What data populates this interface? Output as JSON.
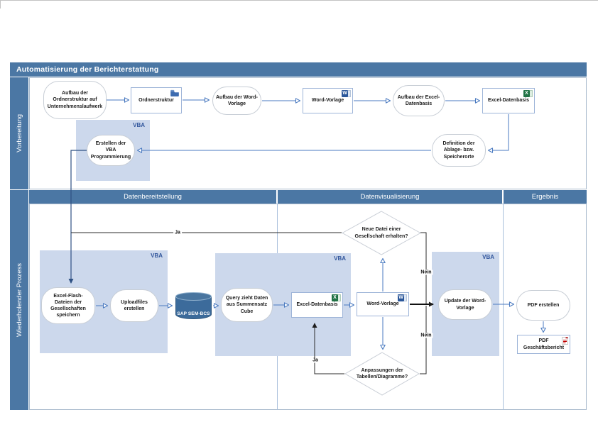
{
  "title": "Automatisierung der Berichterstattung",
  "lanes": {
    "preparation": "Vorbereitung",
    "recurring": "Wiederholender Prozess"
  },
  "columns": {
    "data_provision": "Datenbereitstellung",
    "data_visualization": "Datenvisualisierung",
    "result": "Ergebnis"
  },
  "vba": "VBA",
  "nodes": {
    "folder_setup": "Aufbau der Ordnerstruktur auf Unternehmenslaufwerk",
    "folder_structure": "Ordnerstruktur",
    "word_setup": "Aufbau der Word-Vorlage",
    "word_template_prep": "Word-Vorlage",
    "excel_setup": "Aufbau der Excel-Datenbasis",
    "excel_db_prep": "Excel-Datenbasis",
    "storage_definition": "Definition der Ablage- bzw. Speicherorte",
    "vba_programming": "Erstellen der VBA Programmierung",
    "flash_files": "Excel-Flash-Dateien der Gesellschaften speichern",
    "upload_files": "Uploadfiles erstellen",
    "sap": "SAP SEM-BCS",
    "query": "Query zieht Daten aus Summensatz Cube",
    "excel_db": "Excel-Datenbasis",
    "word_template": "Word-Vorlage",
    "decision_new_file": "Neue Datei einer Gesellschaft erhalten?",
    "update_word": "Update der Word-Vorlage",
    "decision_adjustments": "Anpassungen der Tabellen/Diagramme?",
    "pdf_create": "PDF erstellen",
    "pdf_report": "PDF Geschäftsbericht"
  },
  "edge_labels": {
    "yes": "Ja",
    "no": "Nein"
  },
  "icon_glyphs": {
    "word": "W",
    "excel": "X"
  },
  "icons": {
    "folder": "folder-icon",
    "word": "word-doc-icon",
    "excel": "excel-doc-icon",
    "pdf": "pdf-icon",
    "database": "database-cylinder-icon"
  },
  "colors": {
    "band_blue": "#4b77a4",
    "vba_fill": "#ccd8ec",
    "connector_blue": "#4a7ac0",
    "connector_navy": "#2f5184",
    "connector_black": "#2b2b2b",
    "word_blue": "#2b579a",
    "excel_green": "#217346",
    "folder_blue": "#3e6cb0",
    "pdf_red": "#c00000",
    "cylinder_fill": "#3c6b9b"
  }
}
